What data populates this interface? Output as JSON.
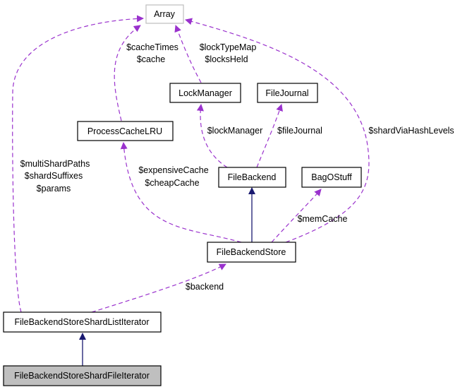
{
  "nodes": {
    "array": "Array",
    "lock_manager": "LockManager",
    "file_journal": "FileJournal",
    "process_cache_lru": "ProcessCacheLRU",
    "file_backend": "FileBackend",
    "bag_o_stuff": "BagOStuff",
    "file_backend_store": "FileBackendStore",
    "shard_list_iterator": "FileBackendStoreShardListIterator",
    "shard_file_iterator": "FileBackendStoreShardFileIterator"
  },
  "edge_labels": {
    "iter_to_array": [
      "$multiShardPaths",
      "$shardSuffixes",
      "$params"
    ],
    "pcl_to_array": [
      "$cacheTimes",
      "$cache"
    ],
    "lm_to_array": [
      "$lockTypeMap",
      "$locksHeld"
    ],
    "fb_to_lm": "$lockManager",
    "fb_to_fj": "$fileJournal",
    "fbs_to_array": "$shardViaHashLevels",
    "fbs_to_pcl": [
      "$expensiveCache",
      "$cheapCache"
    ],
    "fbs_to_bag": "$memCache",
    "iter_to_fbs": "$backend"
  },
  "colors": {
    "usage_edge": "#9a32cd",
    "inheritance_edge": "#191970",
    "current_node_fill": "#bfbfbf"
  }
}
